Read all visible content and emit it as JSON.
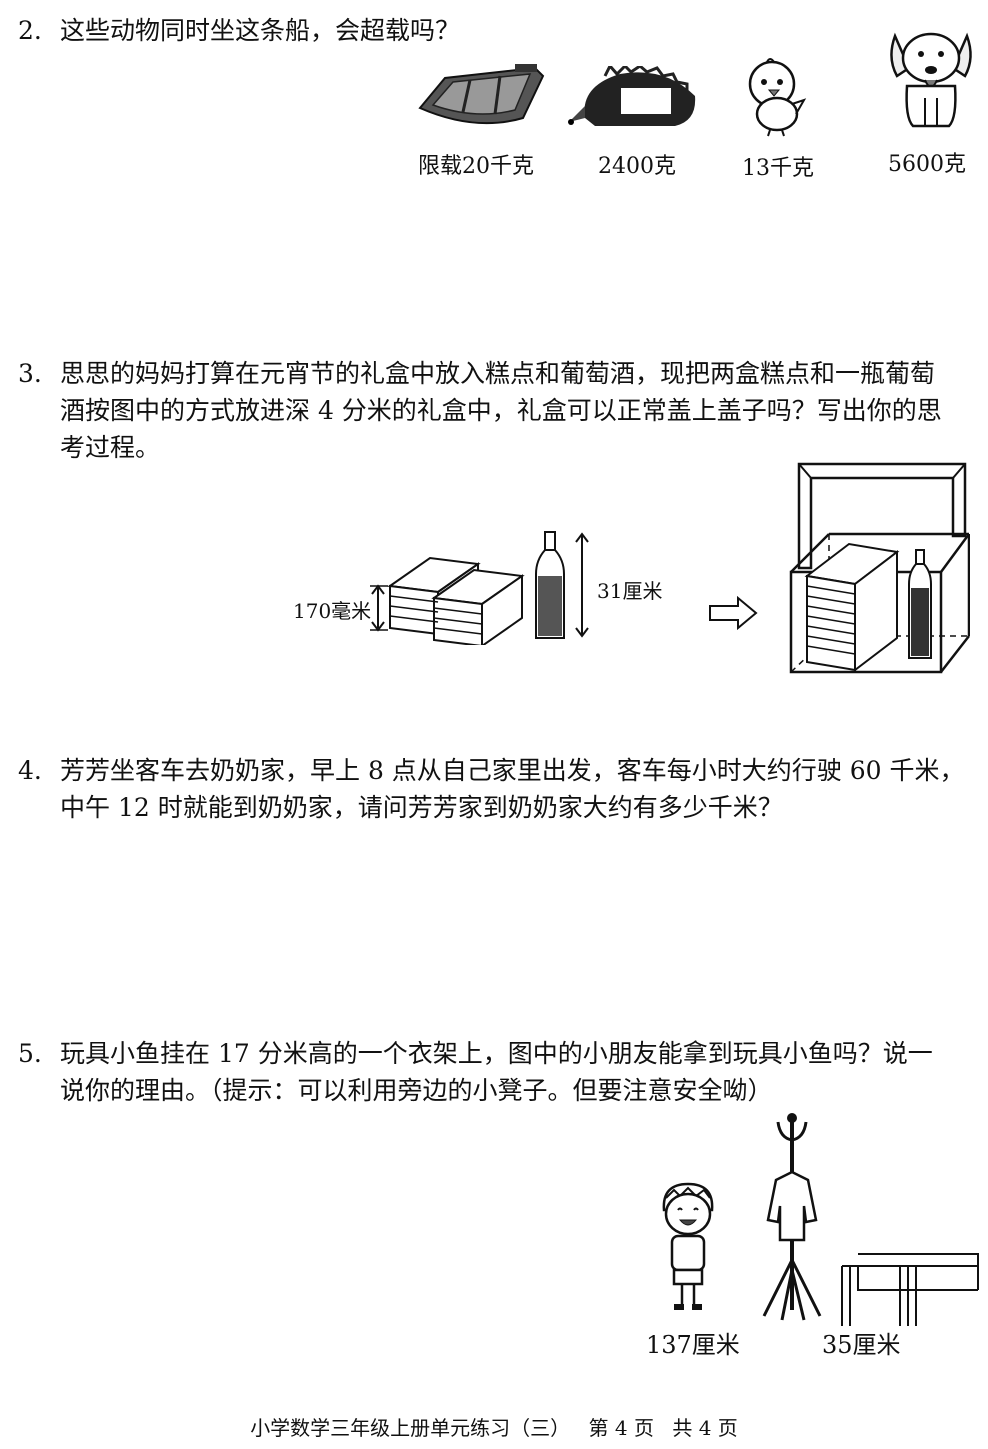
{
  "q2": {
    "number": "2.",
    "text": "这些动物同时坐这条船，会超载吗？",
    "items": [
      {
        "icon": "boat-icon",
        "label": "限载20千克"
      },
      {
        "icon": "hedgehog-icon",
        "label": "2400克"
      },
      {
        "icon": "chick-icon",
        "label": "13千克"
      },
      {
        "icon": "dog-icon",
        "label": "5600克"
      }
    ]
  },
  "q3": {
    "number": "3.",
    "lines": [
      "思思的妈妈打算在元宵节的礼盒中放入糕点和葡萄酒，现把两盒糕点和一瓶葡萄",
      "酒按图中的方式放进深 4 分米的礼盒中，礼盒可以正常盖上盖子吗？写出你的思",
      "考过程。"
    ],
    "cake_height": "170毫米",
    "bottle_height": "31厘米"
  },
  "q4": {
    "number": "4.",
    "lines": [
      "芳芳坐客车去奶奶家，早上 8 点从自己家里出发，客车每小时大约行驶 60 千米，",
      "中午 12 时就能到奶奶家，请问芳芳家到奶奶家大约有多少千米？"
    ]
  },
  "q5": {
    "number": "5.",
    "lines": [
      "玩具小鱼挂在 17 分米高的一个衣架上，图中的小朋友能拿到玩具小鱼吗？说一",
      "说你的理由。（提示：可以利用旁边的小凳子。但要注意安全呦）"
    ],
    "child_height": "137厘米",
    "stool_height": "35厘米"
  },
  "footer": {
    "title": "小学数学三年级上册单元练习（三）",
    "page": "第 4 页",
    "total": "共 4 页"
  }
}
